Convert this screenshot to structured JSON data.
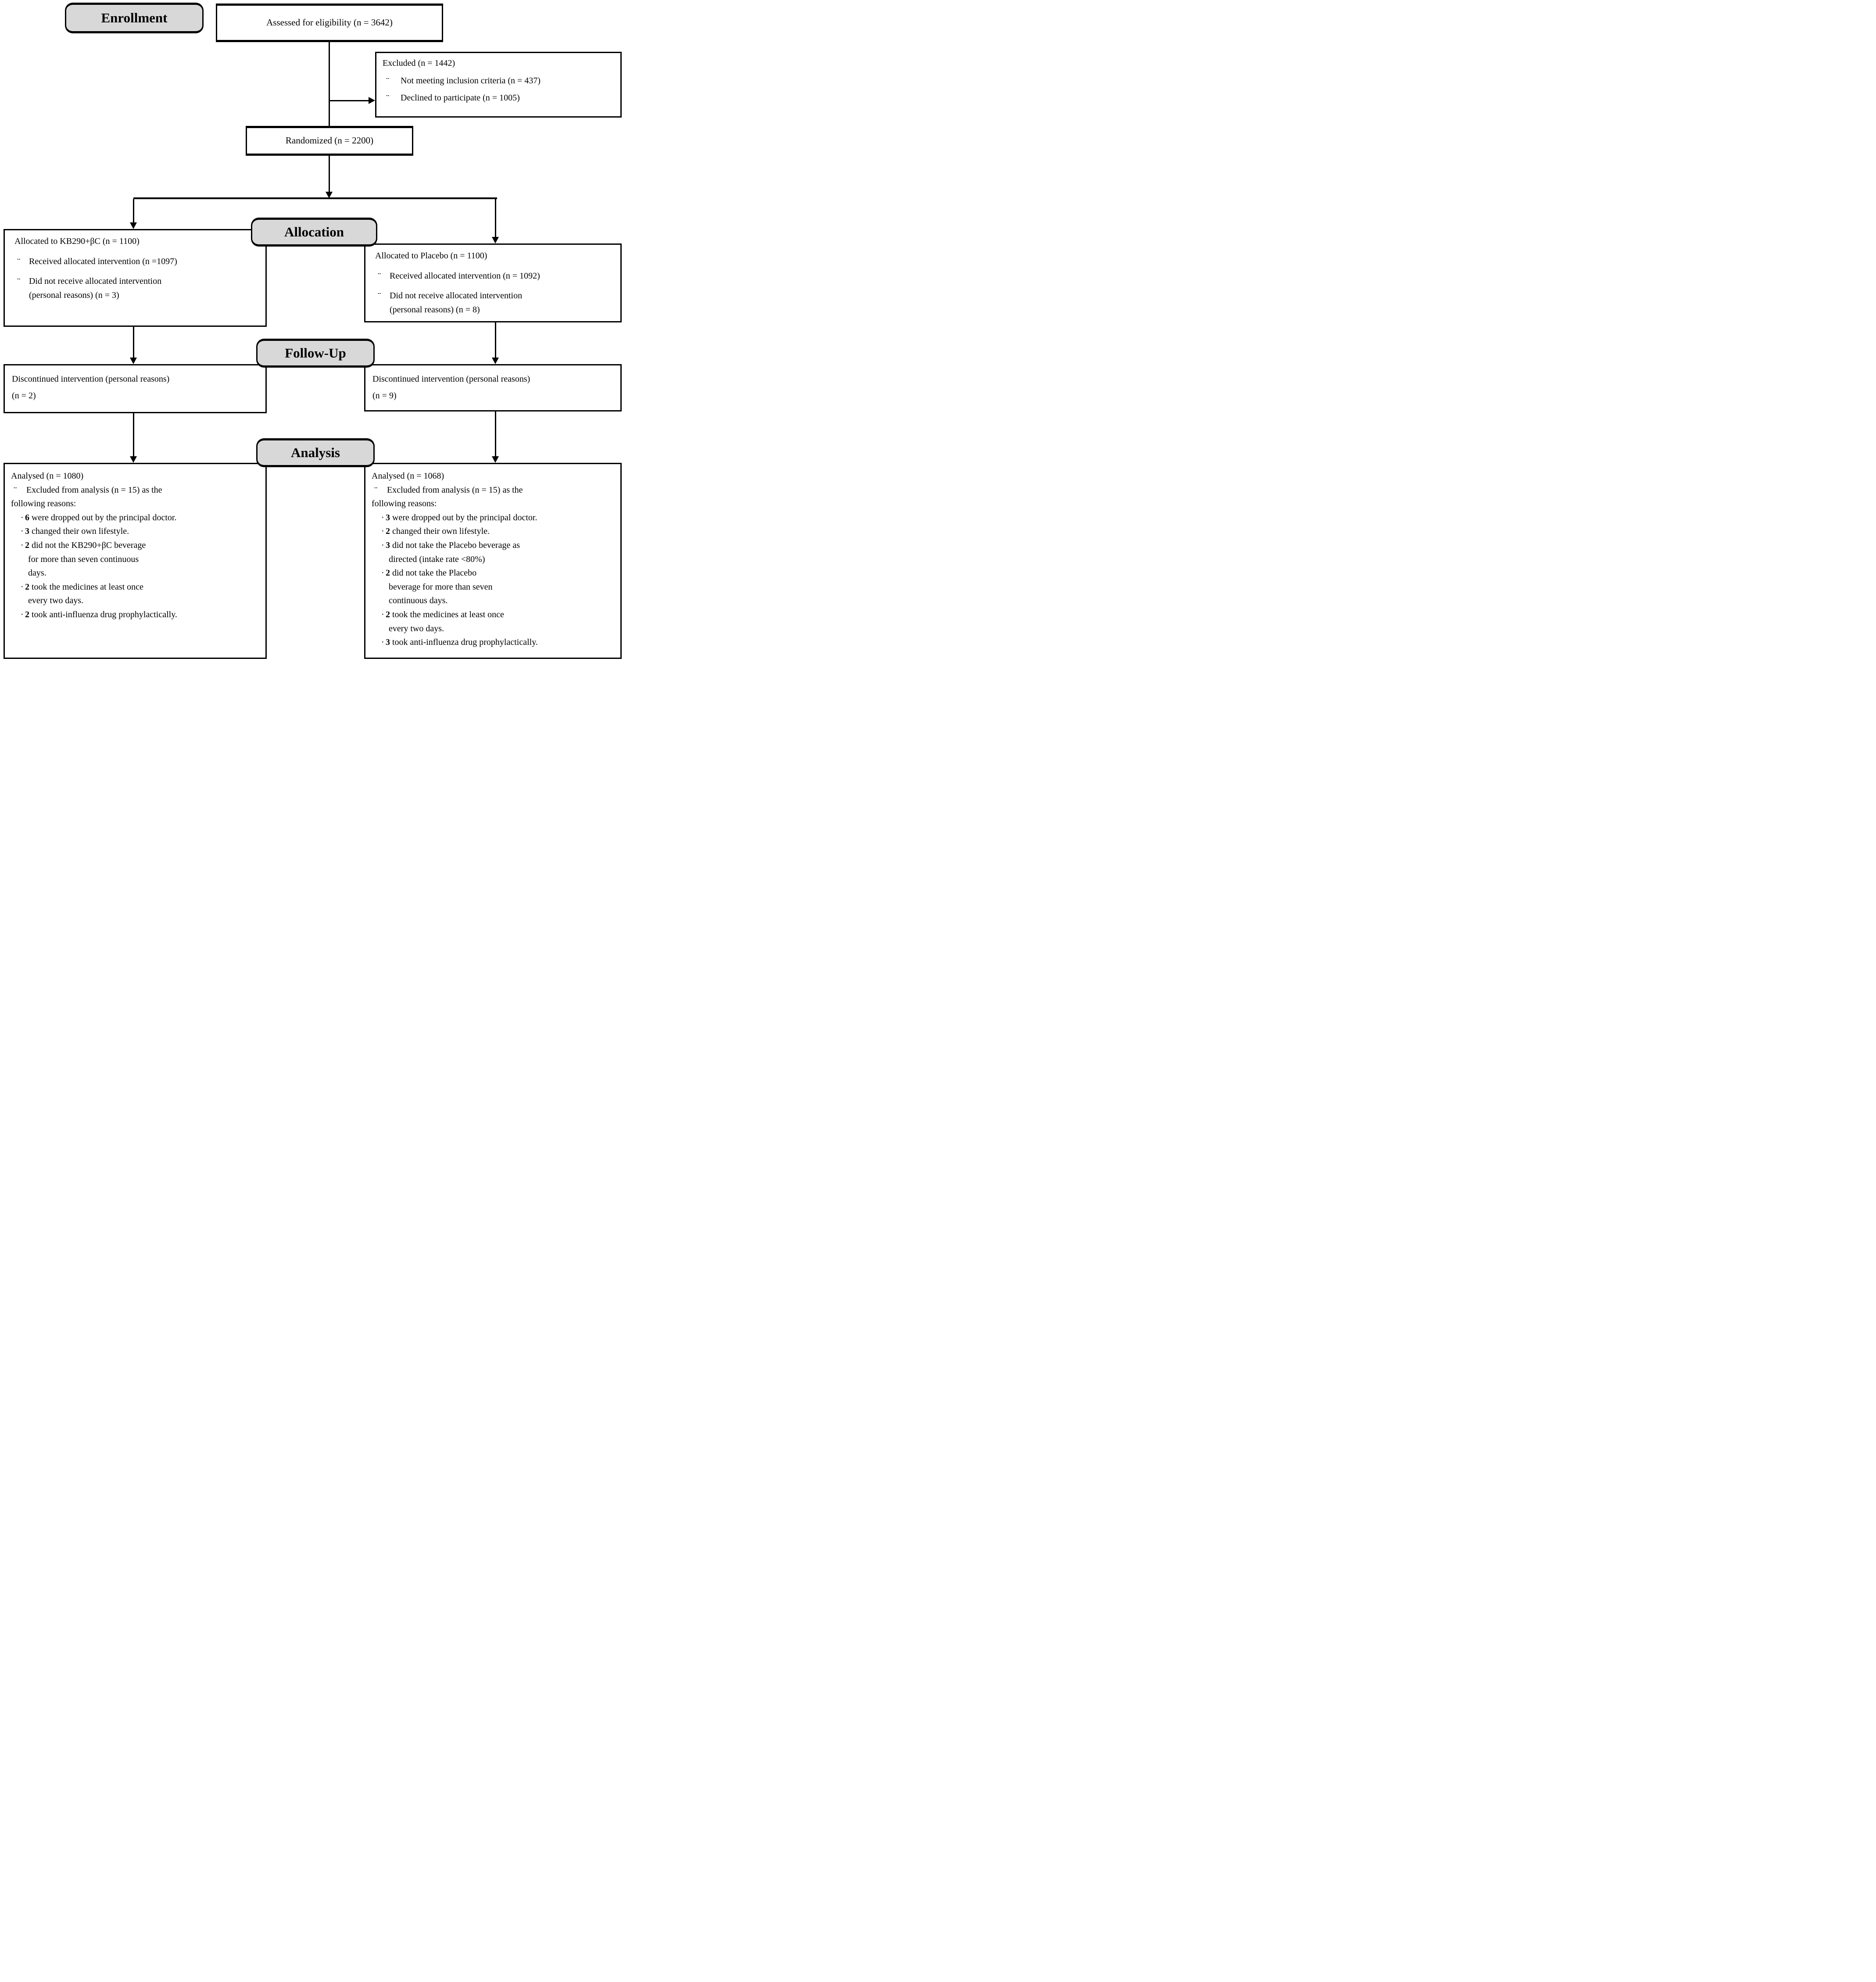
{
  "glyphs": {
    "square_bullet": "¨",
    "dot_bullet": "·"
  },
  "section_labels": {
    "enrollment": "Enrollment",
    "allocation": "Allocation",
    "followup": "Follow-Up",
    "analysis": "Analysis"
  },
  "boxes": {
    "assessed": {
      "text": "Assessed for eligibility (n = 3642)"
    },
    "excluded": {
      "title": "Excluded (n = 1442)",
      "items": [
        "Not meeting inclusion criteria (n = 437)",
        "Declined to participate (n = 1005)"
      ]
    },
    "randomized": {
      "text": "Randomized (n = 2200)"
    },
    "alloc_left": {
      "title": "Allocated to KB290+βC (n = 1100)",
      "item1": "Received allocated intervention (n =1097)",
      "item2_line1": "Did not receive allocated intervention",
      "item2_line2": "(personal reasons) (n = 3)"
    },
    "alloc_right": {
      "title": "Allocated to Placebo (n = 1100)",
      "item1": "Received allocated intervention (n = 1092)",
      "item2_line1": "Did not receive allocated intervention",
      "item2_line2": "(personal reasons) (n = 8)"
    },
    "followup_left": {
      "line1": "Discontinued intervention (personal reasons)",
      "line2": "(n = 2)"
    },
    "followup_right": {
      "line1": "Discontinued intervention (personal reasons)",
      "line2": "(n = 9)"
    },
    "analysis_left": {
      "title": "Analysed (n = 1080)",
      "excluded_line1": "Excluded from analysis (n = 15) as the",
      "excluded_line2": "following reasons:",
      "reasons": [
        {
          "num": "6",
          "rest": " were dropped out by the principal doctor."
        },
        {
          "num": "3",
          "rest": " changed their own lifestyle."
        },
        {
          "num": "2",
          "rest": " did not the KB290+βC beverage"
        },
        {
          "cont": "for more than seven continuous"
        },
        {
          "cont": "days."
        },
        {
          "num": "2",
          "rest": " took the medicines at least once"
        },
        {
          "cont": "every two days."
        },
        {
          "num": "2",
          "rest": " took anti-influenza drug prophylactically."
        }
      ]
    },
    "analysis_right": {
      "title": "Analysed (n = 1068)",
      "excluded_line1": "Excluded from analysis (n = 15) as the",
      "excluded_line2": "following reasons:",
      "reasons": [
        {
          "num": "3",
          "rest": " were dropped out by the principal doctor."
        },
        {
          "num": "2",
          "rest": " changed their own lifestyle."
        },
        {
          "num": "3",
          "rest": " did not take the Placebo beverage as"
        },
        {
          "cont": "directed (intake rate <80%)"
        },
        {
          "num": "2",
          "rest": " did not take the Placebo"
        },
        {
          "cont": "beverage for more than seven"
        },
        {
          "cont": "continuous days."
        },
        {
          "num": "2",
          "rest": " took the medicines at least once"
        },
        {
          "cont": "every two days."
        },
        {
          "num": "3",
          "rest": " took anti-influenza drug prophylactically."
        }
      ]
    }
  },
  "colors": {
    "label_fill": "#d8d8d8",
    "box_fill": "#ffffff",
    "line": "#000000"
  }
}
